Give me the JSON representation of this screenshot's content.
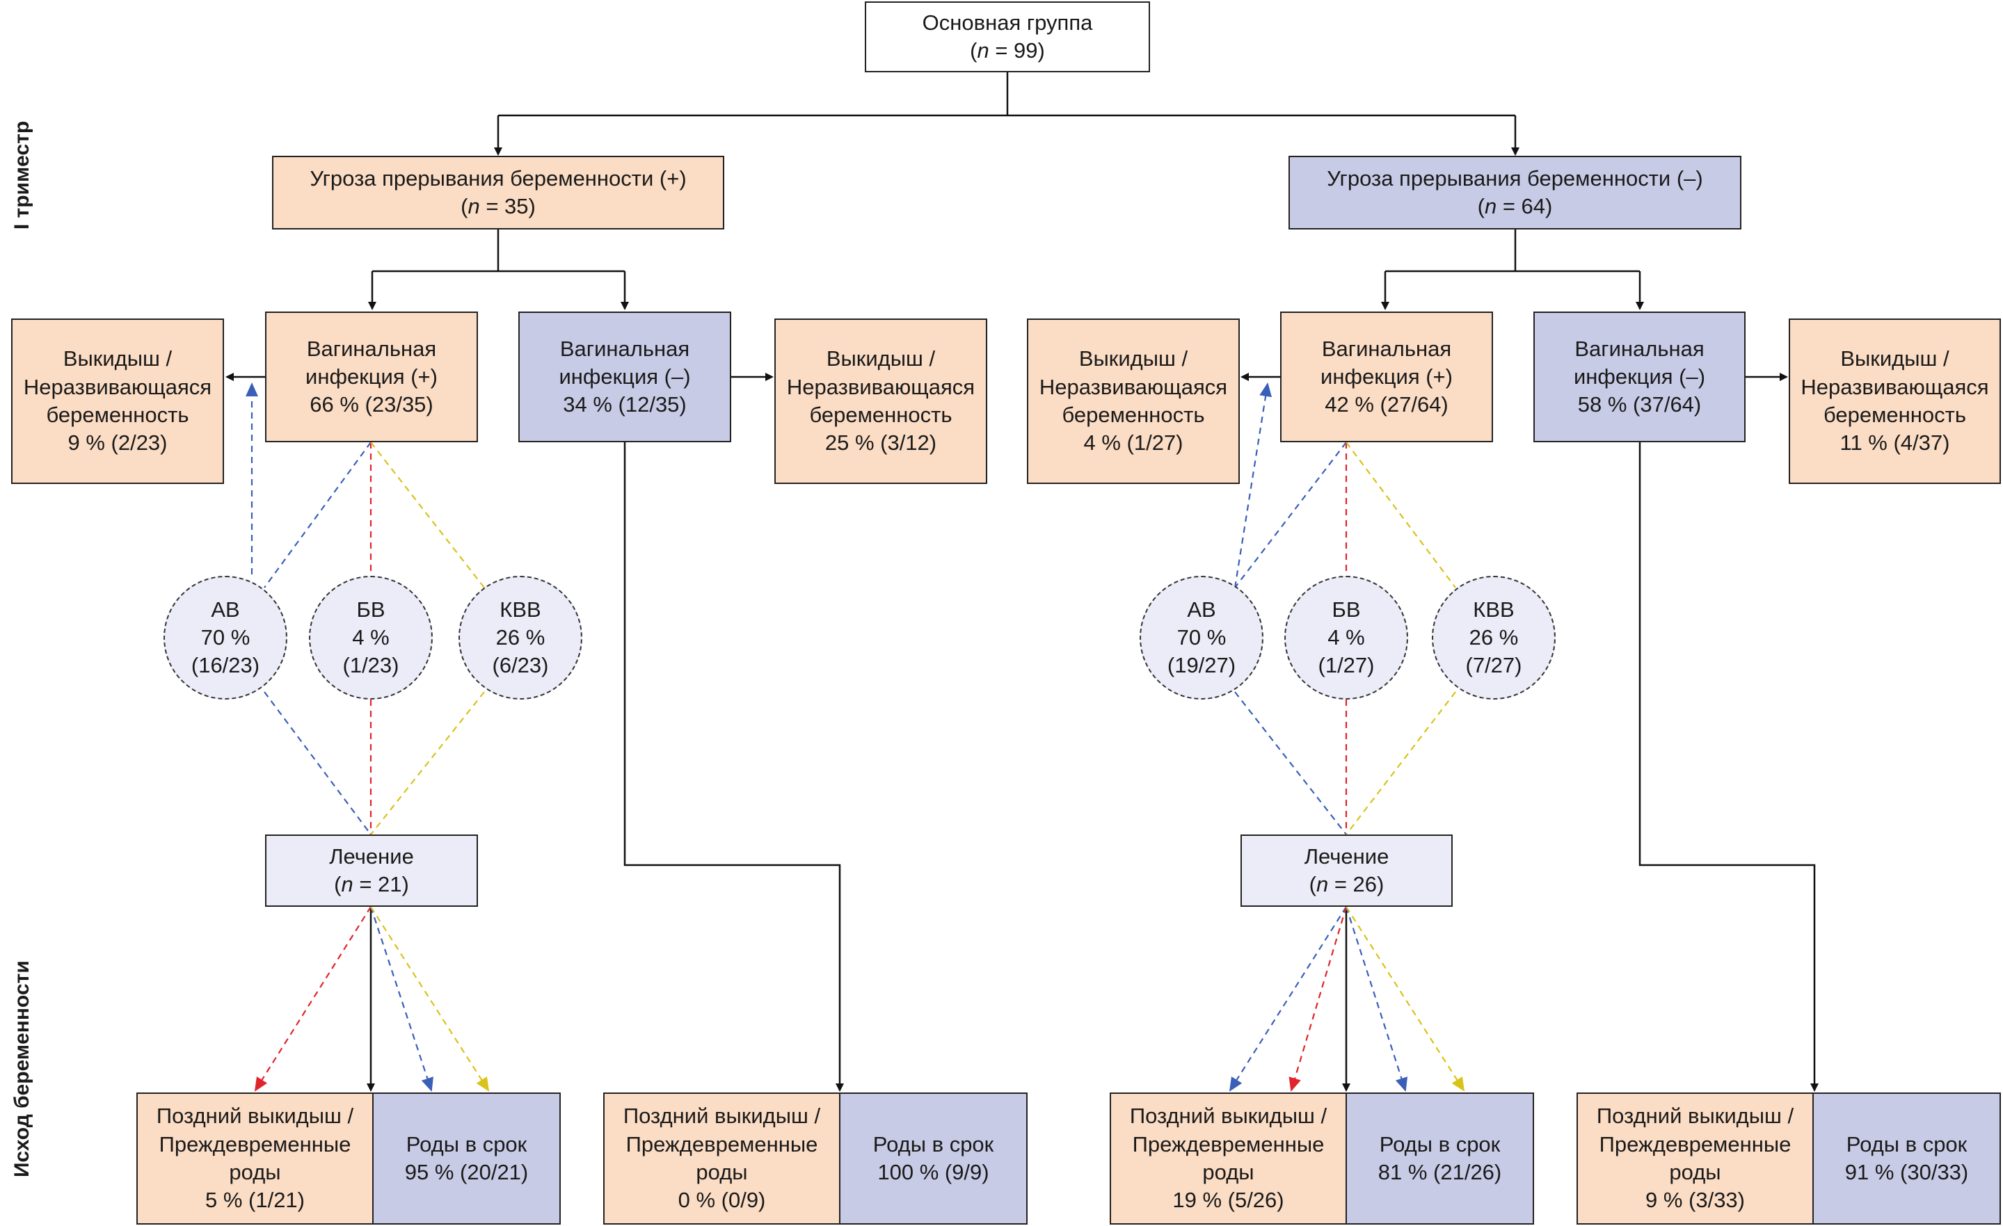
{
  "side_labels": {
    "trimester": "I триместр",
    "outcome": "Исход беременности"
  },
  "root": {
    "title": "Основная группа",
    "n": "(n = 99)"
  },
  "threat_pos": {
    "title": "Угроза прерывания беременности (+)",
    "n": "(n = 35)"
  },
  "threat_neg": {
    "title": "Угроза прерывания беременности (–)",
    "n": "(n = 64)"
  },
  "left": {
    "infection_pos": {
      "line1": "Вагинальная",
      "line2": "инфекция (+)",
      "line3": "66 % (23/35)"
    },
    "infection_neg": {
      "line1": "Вагинальная",
      "line2": "инфекция (–)",
      "line3": "34 % (12/35)"
    },
    "miscarriage_pos": {
      "line1": "Выкидыш /",
      "line2": "Неразвивающаяся",
      "line3": "беременность",
      "line4": "9 % (2/23)"
    },
    "miscarriage_neg": {
      "line1": "Выкидыш /",
      "line2": "Неразвивающаяся",
      "line3": "беременность",
      "line4": "25 % (3/12)"
    },
    "av": {
      "name": "АВ",
      "pct": "70 %",
      "frac": "(16/23)"
    },
    "bv": {
      "name": "БВ",
      "pct": "4 %",
      "frac": "(1/23)"
    },
    "kvv": {
      "name": "КВВ",
      "pct": "26 %",
      "frac": "(6/23)"
    },
    "treatment": {
      "title": "Лечение",
      "n": "(n = 21)"
    },
    "outcome_treated": {
      "left": {
        "line1": "Поздний выкидыш /",
        "line2": "Преждевременные",
        "line3": "роды",
        "line4": "5 % (1/21)"
      },
      "right": {
        "line1": "Роды в срок",
        "line2": "95 % (20/21)"
      }
    },
    "outcome_untreated": {
      "left": {
        "line1": "Поздний выкидыш /",
        "line2": "Преждевременные",
        "line3": "роды",
        "line4": "0 % (0/9)"
      },
      "right": {
        "line1": "Роды в срок",
        "line2": "100 % (9/9)"
      }
    }
  },
  "right": {
    "infection_pos": {
      "line1": "Вагинальная",
      "line2": "инфекция (+)",
      "line3": "42 % (27/64)"
    },
    "infection_neg": {
      "line1": "Вагинальная",
      "line2": "инфекция (–)",
      "line3": "58 % (37/64)"
    },
    "miscarriage_pos": {
      "line1": "Выкидыш /",
      "line2": "Неразвивающаяся",
      "line3": "беременность",
      "line4": "4 % (1/27)"
    },
    "miscarriage_neg": {
      "line1": "Выкидыш /",
      "line2": "Неразвивающаяся",
      "line3": "беременность",
      "line4": "11 % (4/37)"
    },
    "av": {
      "name": "АВ",
      "pct": "70 %",
      "frac": "(19/27)"
    },
    "bv": {
      "name": "БВ",
      "pct": "4 %",
      "frac": "(1/27)"
    },
    "kvv": {
      "name": "КВВ",
      "pct": "26 %",
      "frac": "(7/27)"
    },
    "treatment": {
      "title": "Лечение",
      "n": "(n = 26)"
    },
    "outcome_treated": {
      "left": {
        "line1": "Поздний выкидыш /",
        "line2": "Преждевременные",
        "line3": "роды",
        "line4": "19 % (5/26)"
      },
      "right": {
        "line1": "Роды в срок",
        "line2": "81 % (21/26)"
      }
    },
    "outcome_untreated": {
      "left": {
        "line1": "Поздний выкидыш /",
        "line2": "Преждевременные",
        "line3": "роды",
        "line4": "9 % (3/33)"
      },
      "right": {
        "line1": "Роды в срок",
        "line2": "91 % (30/33)"
      }
    }
  },
  "colors": {
    "peach": "#fbdcc4",
    "lavender": "#c8cbe6",
    "pale": "#ebecf7",
    "av_line": "#3a5fb8",
    "bv_line": "#e0242b",
    "kvv_line": "#d9c21a"
  }
}
